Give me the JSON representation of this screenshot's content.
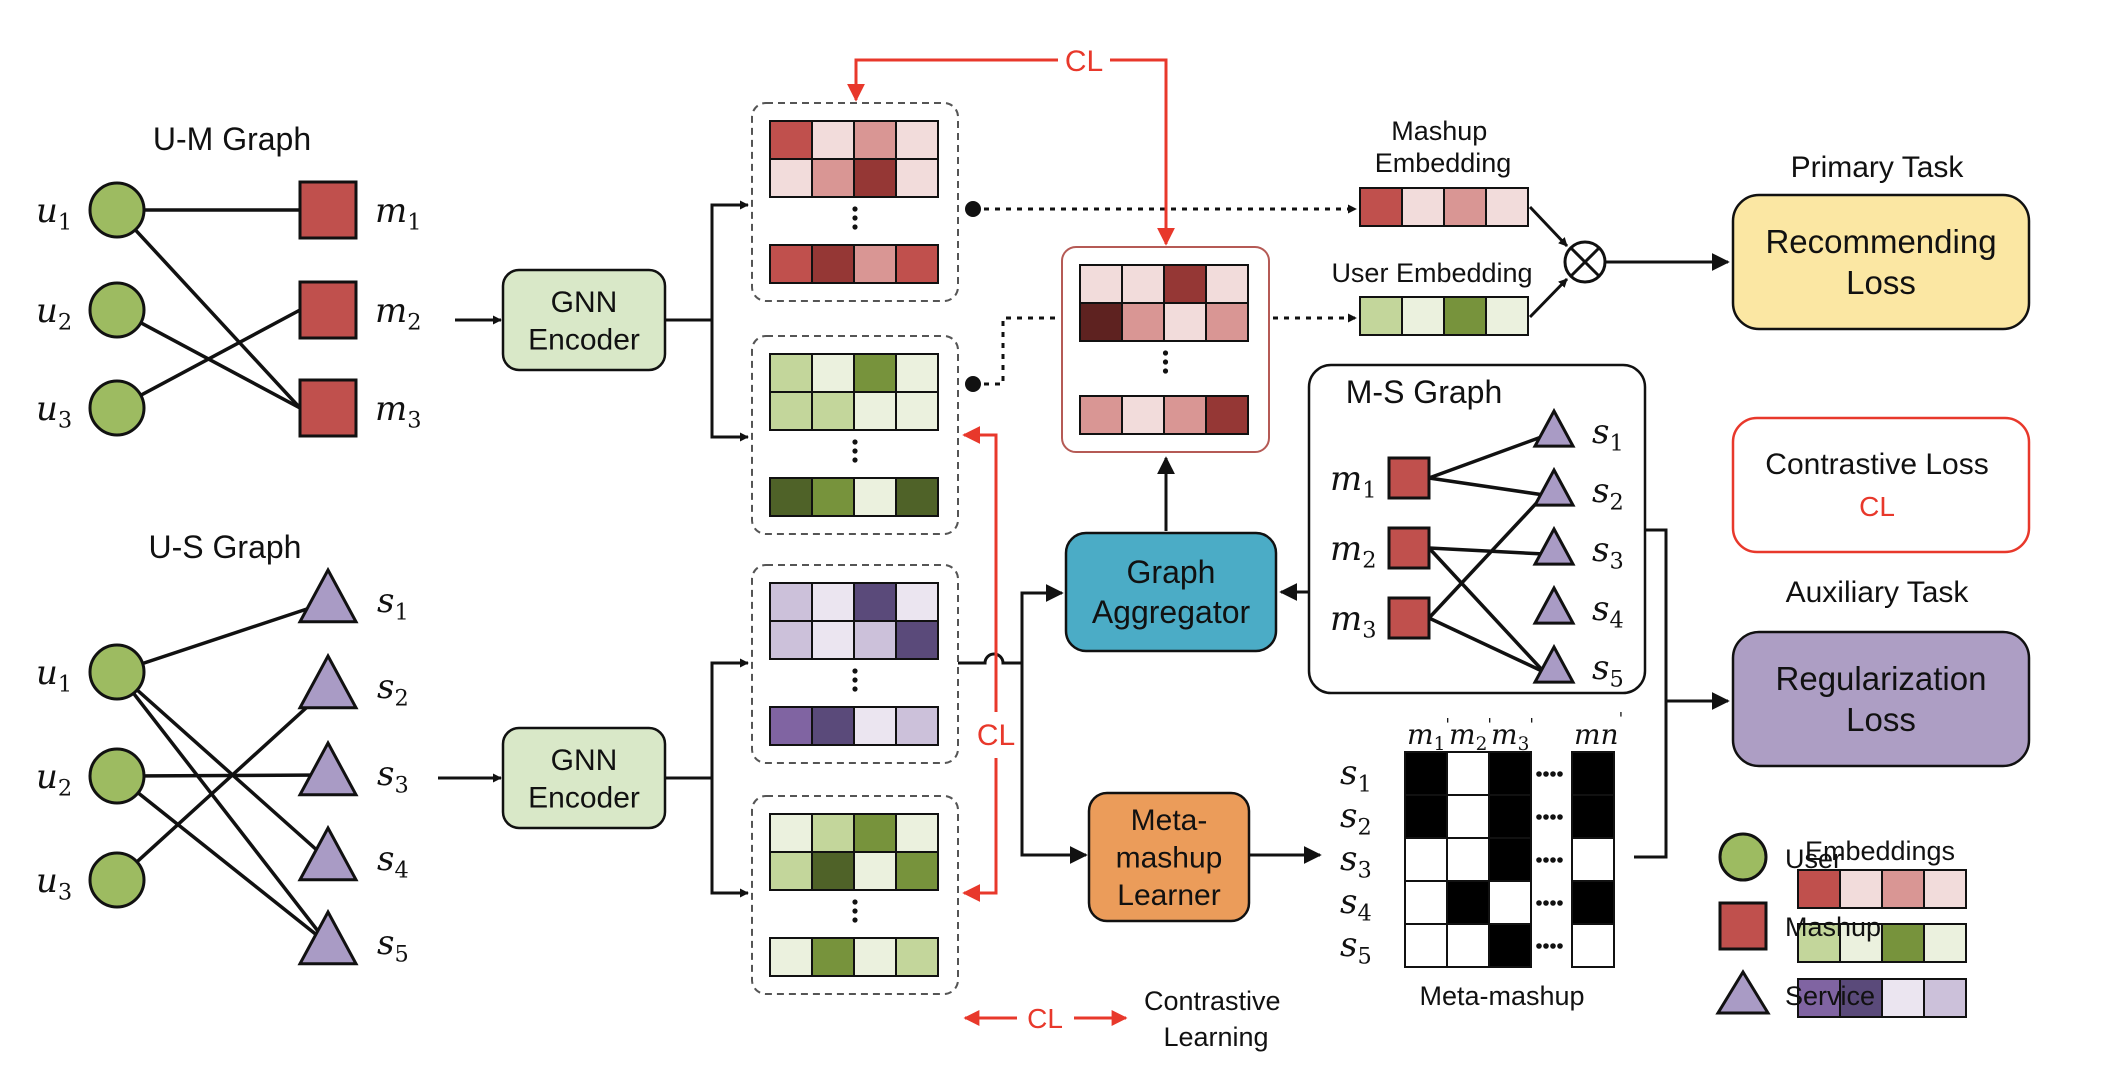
{
  "labels": {
    "um_graph": "U-M Graph",
    "us_graph": "U-S Graph",
    "ms_graph": "M-S Graph",
    "gnn_encoder_1": "GNN Encoder",
    "gnn_encoder_2": "GNN Encoder",
    "graph_aggregator": "Graph Aggregator",
    "meta_mashup_learner": "Meta-mashup Learner",
    "mashup_embedding": "Mashup Embedding",
    "user_embedding": "User Embedding",
    "primary_task": "Primary Task",
    "recommending_loss": "Recommending Loss",
    "auxiliary_task": "Auxiliary Task",
    "regularization_loss": "Regularization Loss",
    "contrastive_loss": "Contrastive Loss",
    "contrastive_learning": "Contrastive Learning",
    "cl": "CL",
    "meta_mashup": "Meta-mashup",
    "embeddings": "Embeddings",
    "legend_user": "User",
    "legend_mashup": "Mashup",
    "legend_service": "Service",
    "otimes": "⊗"
  },
  "math": {
    "users": [
      "u1",
      "u2",
      "u3"
    ],
    "mashups": [
      "m1",
      "m2",
      "m3"
    ],
    "services": [
      "s1",
      "s2",
      "s3",
      "s4",
      "s5"
    ],
    "meta_cols": [
      "m1'",
      "m2'",
      "m3'",
      "mn'"
    ]
  },
  "meta_matrix": [
    [
      1,
      0,
      1,
      1
    ],
    [
      1,
      0,
      1,
      1
    ],
    [
      0,
      0,
      1,
      0
    ],
    [
      0,
      1,
      0,
      1
    ],
    [
      0,
      0,
      1,
      0
    ]
  ],
  "colors": {
    "user": "#9dbb61",
    "mashup": "#c0504d",
    "service": "#a99bc5",
    "gnn_fill": "#d9e8c8",
    "aggregator": "#4bacc6",
    "learner": "#eb9c5a",
    "recommending": "#fbe7a3",
    "regularization": "#ad9ec4",
    "red": "#e8382b",
    "mashup_palette": [
      "#c0504d",
      "#f2dcdb",
      "#d99694",
      "#953735"
    ],
    "user_palette": [
      "#c3d69b",
      "#ebf1de",
      "#77933c",
      "#4f6228"
    ],
    "service_palette": [
      "#8064a2",
      "#5a4a7a",
      "#ebe5f0",
      "#ccc1da"
    ]
  },
  "edges": {
    "um": [
      [
        0,
        0
      ],
      [
        0,
        2
      ],
      [
        1,
        2
      ],
      [
        2,
        1
      ]
    ],
    "us": [
      [
        0,
        0
      ],
      [
        0,
        3
      ],
      [
        0,
        4
      ],
      [
        1,
        2
      ],
      [
        1,
        4
      ],
      [
        2,
        1
      ]
    ],
    "ms": [
      [
        0,
        0
      ],
      [
        0,
        1
      ],
      [
        1,
        2
      ],
      [
        1,
        4
      ],
      [
        2,
        1
      ],
      [
        2,
        4
      ]
    ]
  }
}
